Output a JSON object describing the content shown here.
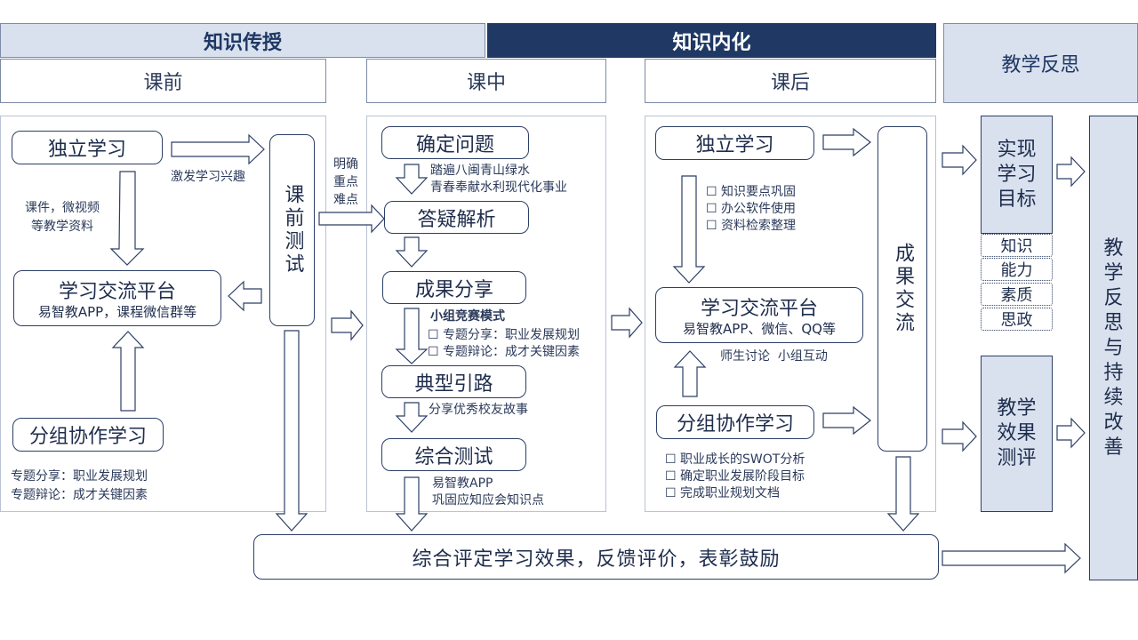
{
  "headers": {
    "knowledge_transfer": "知识传授",
    "knowledge_internalize": "知识内化",
    "reflection": "教学反思"
  },
  "phases": {
    "pre": "课前",
    "in": "课中",
    "post": "课后"
  },
  "pre_class": {
    "independent_study": "独立学习",
    "arouse_interest": "激发学习兴趣",
    "materials": "课件，微视频\n等教学资料",
    "platform_title": "学习交流平台",
    "platform_sub": "易智教APP，课程微信群等",
    "group_study": "分组协作学习",
    "topics": "专题分享：职业发展规划\n专题辩论：成才关键因素",
    "pre_test": "课前测试",
    "focus": "明确\n重点\n难点"
  },
  "in_class": {
    "define_problem": "确定问题",
    "problem_note": "踏遍八闽青山绿水\n青春奉献水利现代化事业",
    "qa": "答疑解析",
    "share": "成果分享",
    "contest_mode": "小组竞赛模式",
    "contest_items": [
      "专题分享：职业发展规划",
      "专题辩论：成才关键因素"
    ],
    "model": "典型引路",
    "alumni": "分享优秀校友故事",
    "test": "综合测试",
    "test_note": "易智教APP\n巩固应知应会知识点"
  },
  "post_class": {
    "independent_study": "独立学习",
    "checklist": [
      "知识要点巩固",
      "办公软件使用",
      "资料检索整理"
    ],
    "platform_title": "学习交流平台",
    "platform_sub": "易智教APP、微信、QQ等",
    "discussion": "师生讨论  小组互动",
    "group_study": "分组协作学习",
    "group_items": [
      "职业成长的SWOT分析",
      "确定职业发展阶段目标",
      "完成职业规划文档"
    ],
    "results_exchange": "成果交流"
  },
  "reflection": {
    "goal": "实现学习目标",
    "dims": [
      "知识",
      "能力",
      "素质",
      "思政"
    ],
    "eval": "教学效果测评",
    "continuous": "教学反思与持续改善"
  },
  "bottom": {
    "summary": "综合评定学习效果，反馈评价，表彰鼓励"
  }
}
